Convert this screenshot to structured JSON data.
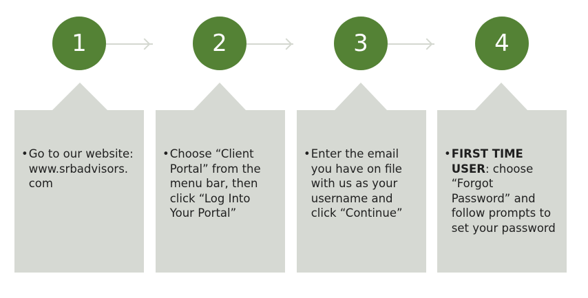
{
  "steps": [
    {
      "number": "1",
      "bullet": "•",
      "bold": "",
      "text": "Go to our website:\nwww.srbadvisors.\ncom"
    },
    {
      "number": "2",
      "bullet": "•",
      "bold": "",
      "text": "Choose “Client\nPortal” from the\nmenu bar, then\nclick “Log Into\nYour Portal”"
    },
    {
      "number": "3",
      "bullet": "•",
      "bold": "",
      "text": "Enter the email\nyou have on file\nwith us as your\nusername and\nclick “Continue”"
    },
    {
      "number": "4",
      "bullet": "•",
      "bold": "FIRST TIME\nUSER",
      "text": ": choose\n“Forgot\nPassword” and\nfollow prompts to\nset your password"
    }
  ],
  "colors": {
    "circle": "#548235",
    "callout": "#d6d9d3",
    "connector": "#d4d8d0"
  }
}
